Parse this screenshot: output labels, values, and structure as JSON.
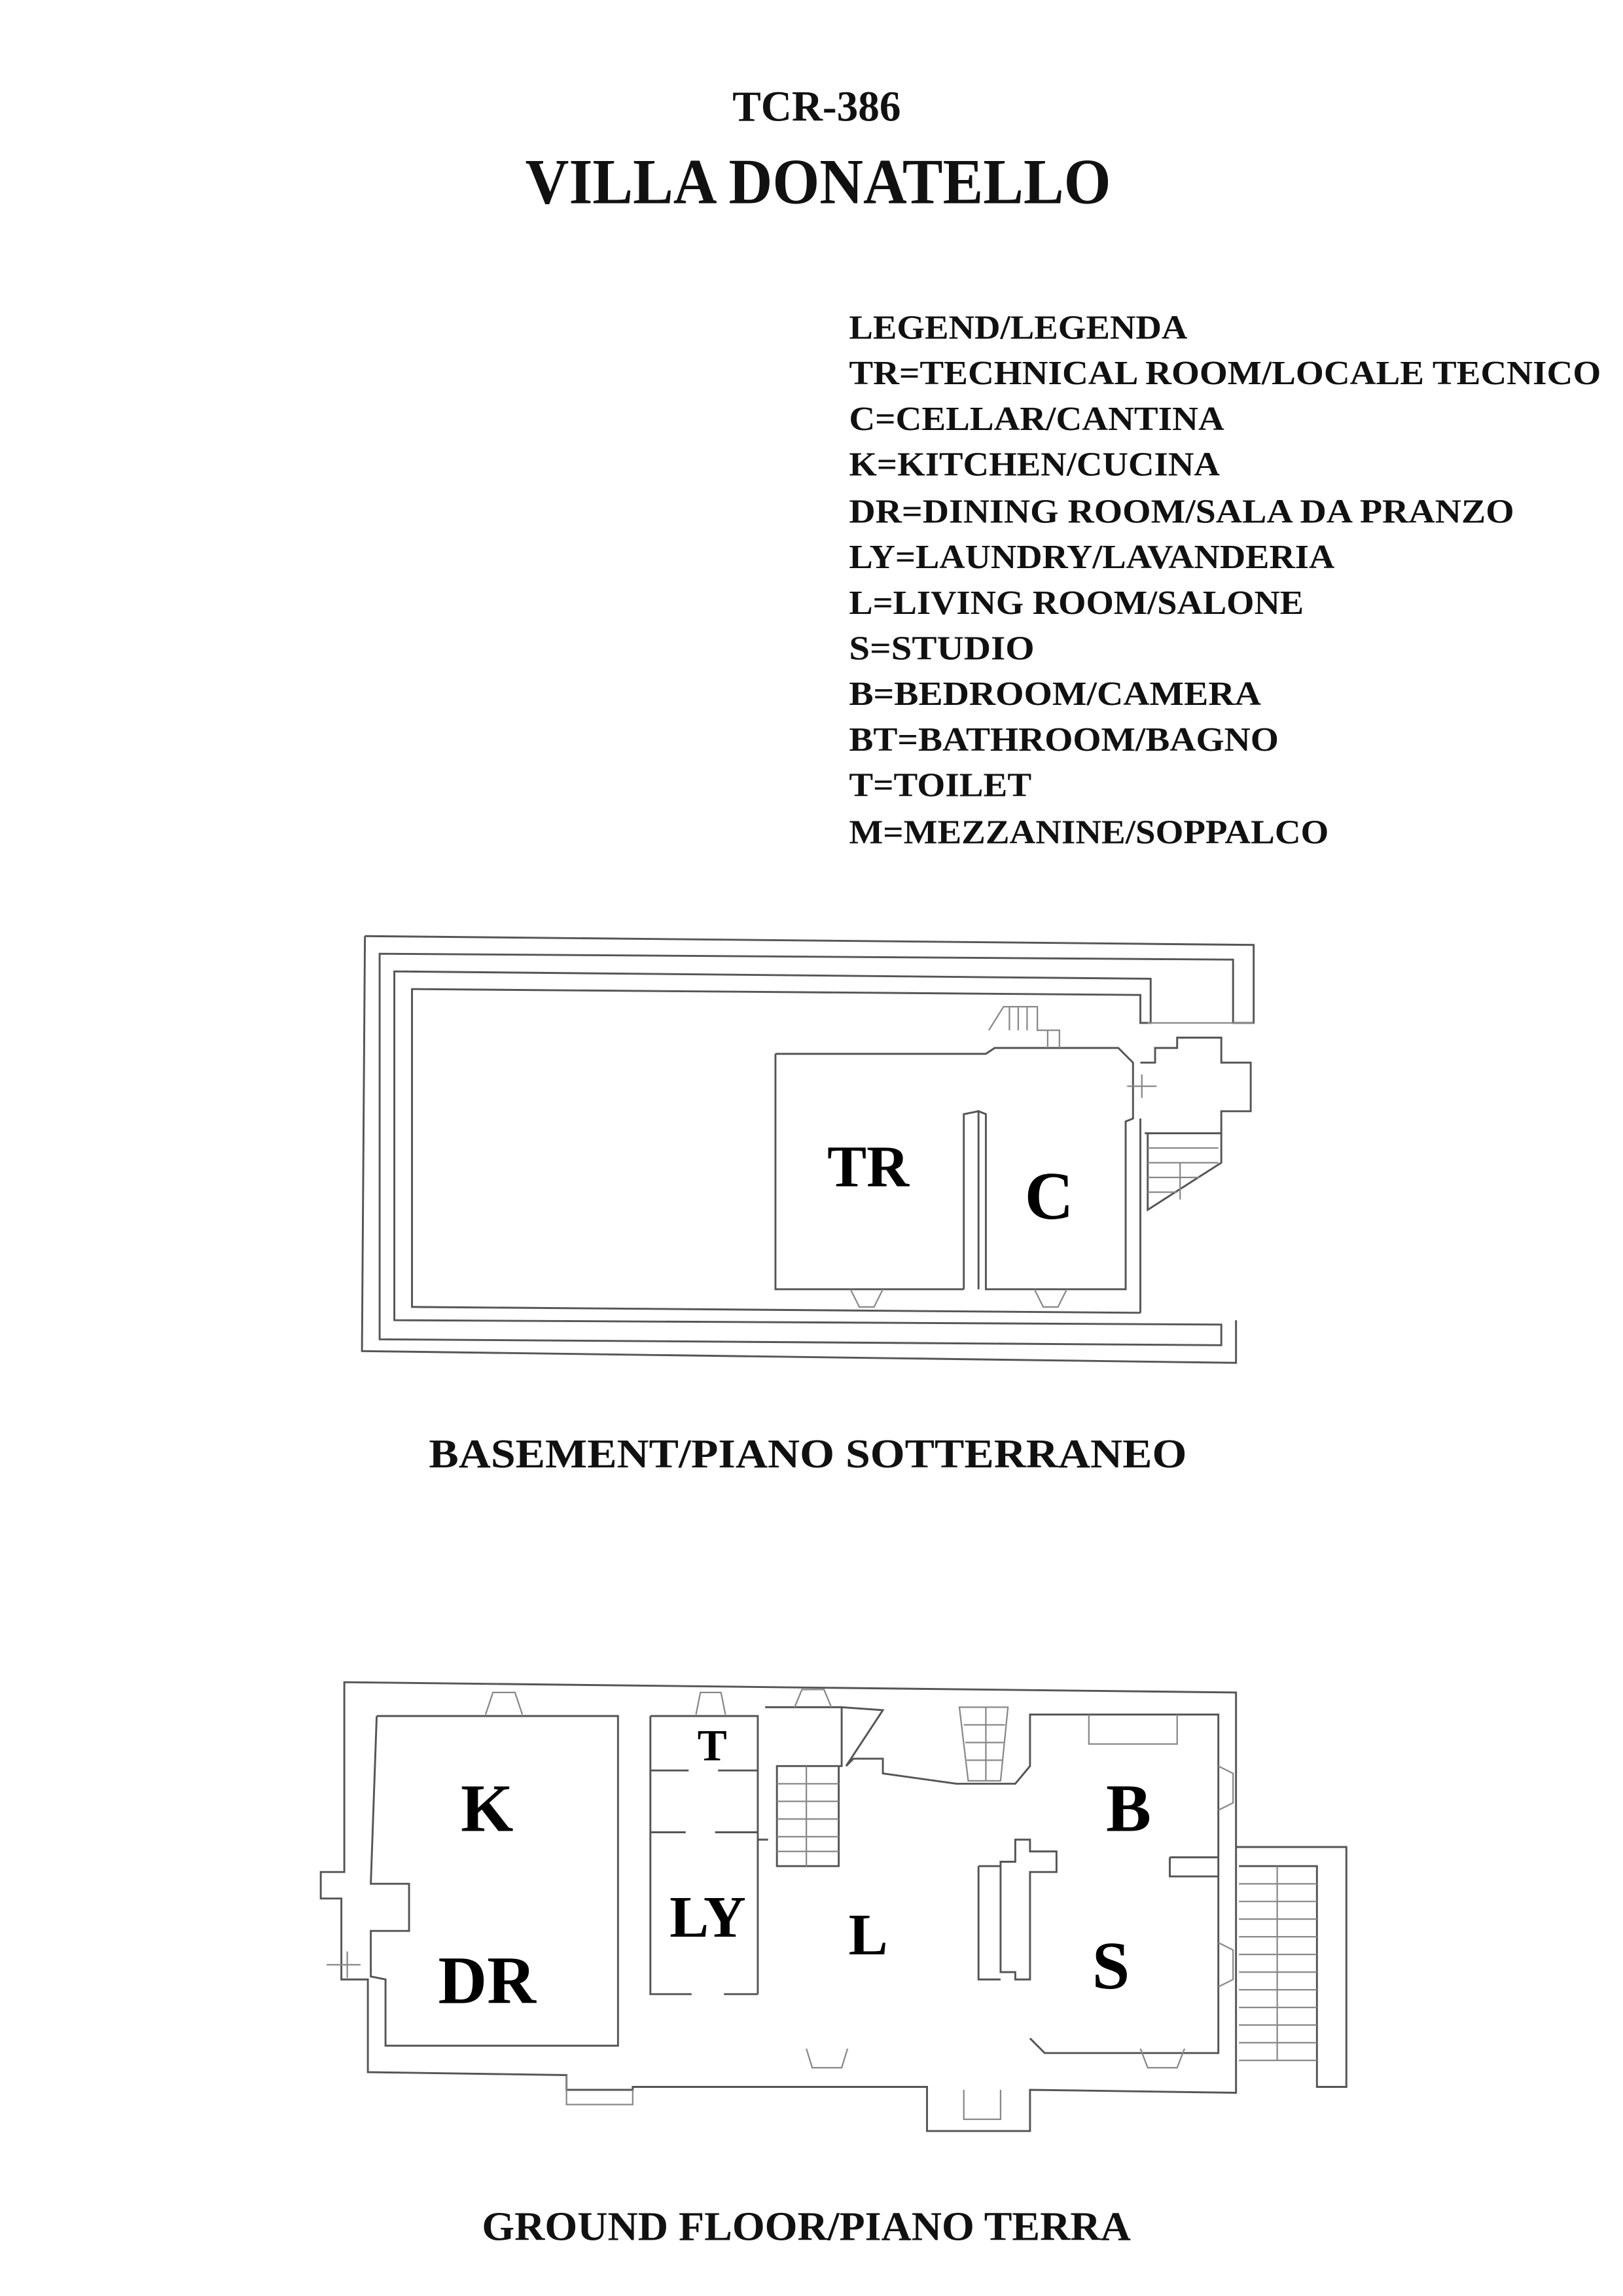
{
  "header": {
    "code": "TCR-386",
    "title": "VILLA DONATELLO"
  },
  "legend": {
    "heading": "LEGEND/LEGENDA",
    "items": [
      "TR=TECHNICAL ROOM/LOCALE TECNICO",
      "C=CELLAR/CANTINA",
      "K=KITCHEN/CUCINA",
      "DR=DINING ROOM/SALA DA PRANZO",
      "LY=LAUNDRY/LAVANDERIA",
      "L=LIVING ROOM/SALONE",
      "S=STUDIO",
      "B=BEDROOM/CAMERA",
      "BT=BATHROOM/BAGNO",
      "T=TOILET",
      "M=MEZZANINE/SOPPALCO"
    ]
  },
  "basement": {
    "caption": "BASEMENT/PIANO SOTTERRANEO",
    "rooms": {
      "tr": "TR",
      "c": "C"
    }
  },
  "ground_floor": {
    "caption": "GROUND FLOOR/PIANO TERRA",
    "rooms": {
      "k": "K",
      "dr": "DR",
      "t": "T",
      "ly": "LY",
      "l": "L",
      "b": "B",
      "s": "S"
    }
  }
}
